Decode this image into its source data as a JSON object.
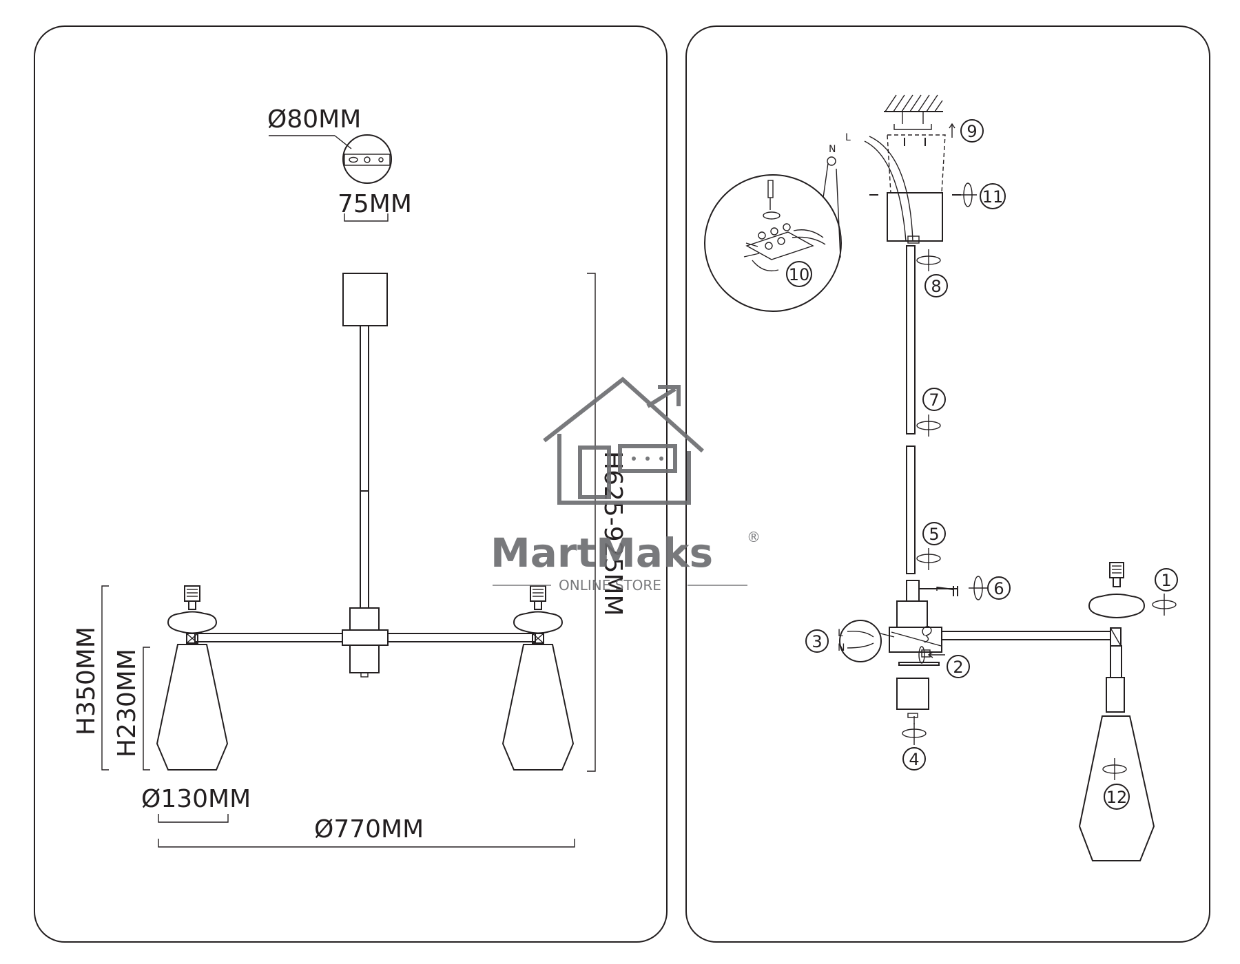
{
  "dimensions": {
    "canopy_diameter": "Ø80MM",
    "mount_width": "75MM",
    "height_range": "H625-925MM",
    "total_height": "H350MM",
    "shade_height": "H230MM",
    "shade_diameter": "Ø130MM",
    "total_diameter": "Ø770MM"
  },
  "steps": [
    "1",
    "2",
    "3",
    "4",
    "5",
    "6",
    "7",
    "8",
    "9",
    "10",
    "11",
    "12"
  ],
  "wire_labels": {
    "neutral": "N",
    "live": "L"
  },
  "watermark": {
    "name": "MartMaks",
    "tagline": "ONLINE STORE",
    "registered": "®"
  }
}
